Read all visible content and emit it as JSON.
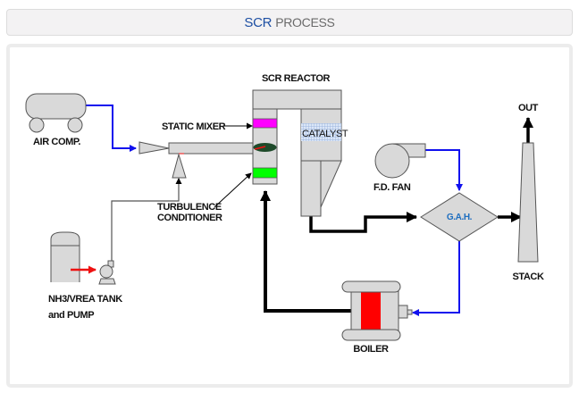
{
  "header": {
    "title_accent": "SCR",
    "title_rest": "PROCESS",
    "accent_color": "#1d4fa3"
  },
  "diagram": {
    "labels": {
      "air_comp": "AIR COMP.",
      "static_mixer": "STATIC MIXER",
      "scr_reactor": "SCR REACTOR",
      "catalyst": "CATALYST",
      "turbulence_line1": "TURBULENCE",
      "turbulence_line2": "CONDITIONER",
      "tank_line1": "NH3/VREA TANK",
      "tank_line2": "and PUMP",
      "fd_fan": "F.D. FAN",
      "gah": "G.A.H.",
      "out": "OUT",
      "stack": "STACK",
      "boiler": "BOILER"
    },
    "colors": {
      "equipment_fill": "#d9d9d9",
      "equipment_stroke": "#555555",
      "air_line": "#1010ee",
      "flue_gas_line": "#000000",
      "ammonia_line": "#ee1111",
      "static_mixer": "#ff00ff",
      "turbulence_conditioner": "#00ff00",
      "boiler_core": "#ff0000",
      "mixer_disc": "#1e4a2a",
      "catalyst_fill": "#c9d8f0"
    }
  }
}
